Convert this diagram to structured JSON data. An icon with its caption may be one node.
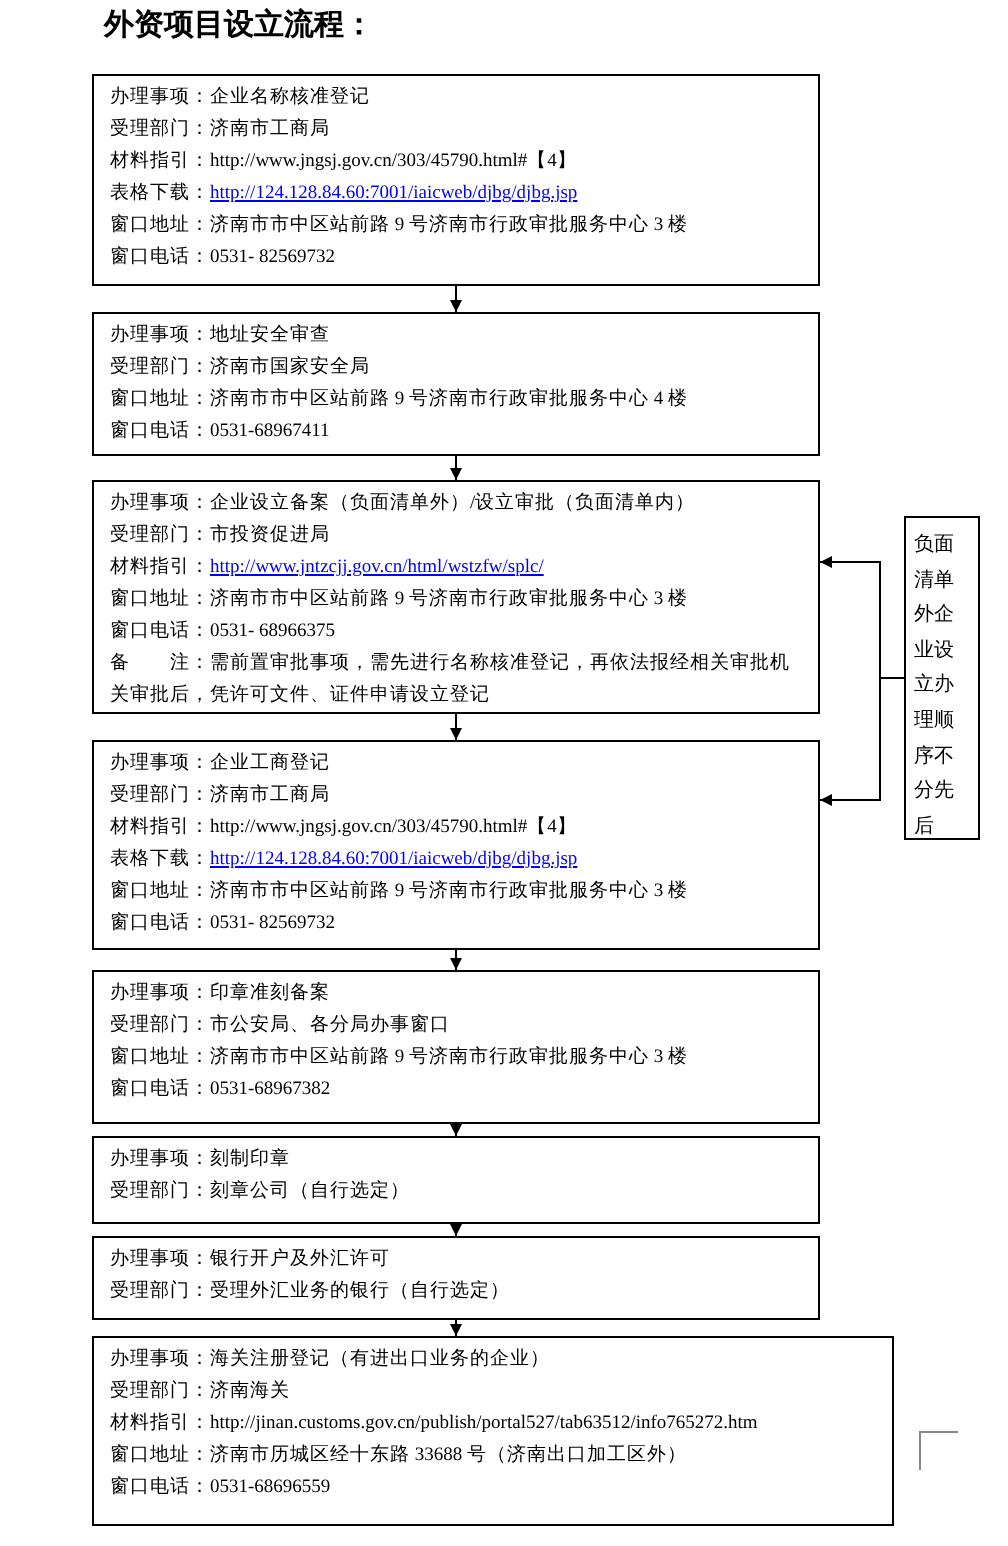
{
  "diagram": {
    "title": "外资项目设立流程：",
    "nodes": [
      {
        "text": [
          "办理事项：企业名称核准登记",
          "受理部门：济南市工商局",
          "材料指引：http://www.jngsj.gov.cn/303/45790.html#【4】",
          "表格下载：http://124.128.84.60:7001/iaicweb/djbg/djbg.jsp",
          "窗口地址：济南市市中区站前路 9 号济南市行政审批服务中心 3 楼",
          "窗口电话：0531- 82569732"
        ]
      },
      {
        "text": [
          "办理事项：地址安全审查",
          "受理部门：济南市国家安全局",
          "窗口地址：济南市市中区站前路 9 号济南市行政审批服务中心 4 楼",
          "窗口电话：0531-68967411"
        ]
      },
      {
        "text": [
          "办理事项：企业设立备案（负面清单外）/设立审批（负面清单内）",
          "受理部门：市投资促进局",
          "材料指引：http://www.jntzcjj.gov.cn/html/wstzfw/splc/",
          "窗口地址：济南市市中区站前路 9 号济南市行政审批服务中心 3 楼",
          "窗口电话：0531- 68966375",
          "备　　注：需前置审批事项，需先进行名称核准登记，再依法报经相关审批机关审批后，凭许可文件、证件申请设立登记"
        ]
      },
      {
        "text": [
          "办理事项：企业工商登记",
          "受理部门：济南市工商局",
          "材料指引：http://www.jngsj.gov.cn/303/45790.html#【4】",
          "表格下载：http://124.128.84.60:7001/iaicweb/djbg/djbg.jsp",
          "窗口地址：济南市市中区站前路 9 号济南市行政审批服务中心 3 楼",
          "窗口电话：0531- 82569732"
        ]
      },
      {
        "text": [
          "办理事项：印章准刻备案",
          "受理部门：市公安局、各分局办事窗口",
          "窗口地址：济南市市中区站前路 9 号济南市行政审批服务中心 3 楼",
          "窗口电话：0531-68967382"
        ]
      },
      {
        "text": [
          "办理事项：刻制印章",
          "受理部门：刻章公司（自行选定）"
        ]
      },
      {
        "text": [
          "办理事项：银行开户及外汇许可",
          "受理部门：受理外汇业务的银行（自行选定）"
        ]
      },
      {
        "text": [
          "办理事项：海关注册登记（有进出口业务的企业）",
          "受理部门：济南海关",
          "材料指引：http://jinan.customs.gov.cn/publish/portal527/tab63512/info765272.htm",
          "窗口地址：济南市历城区经十东路 33688 号（济南出口加工区外）",
          "窗口电话：0531-68696559"
        ]
      },
      {
        "text": [
          "负面清单外企业设立办理顺序不分先后"
        ]
      }
    ],
    "edges": [
      {
        "from": 0,
        "to": 1,
        "arrow": "to"
      },
      {
        "from": 1,
        "to": 2,
        "arrow": "to"
      },
      {
        "from": 2,
        "to": 3,
        "arrow": "to"
      },
      {
        "from": 3,
        "to": 4,
        "arrow": "to"
      },
      {
        "from": 4,
        "to": 5,
        "arrow": "to"
      },
      {
        "from": 5,
        "to": 6,
        "arrow": "to"
      },
      {
        "from": 6,
        "to": 7,
        "arrow": "to"
      },
      {
        "from": 8,
        "to": 2,
        "arrow": "to"
      },
      {
        "from": 8,
        "to": 3,
        "arrow": "to"
      }
    ]
  }
}
